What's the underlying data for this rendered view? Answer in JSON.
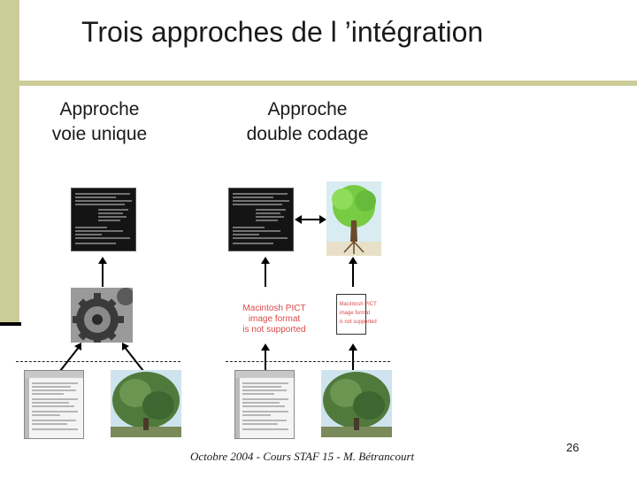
{
  "slide": {
    "title": "Trois approches de l ’intégration",
    "footer": "Octobre 2004 - Cours STAF 15 - M. Bétrancourt",
    "page_number": "26"
  },
  "columns": {
    "left_heading_line1": "Approche",
    "left_heading_line2": "voie unique",
    "right_heading_line1": "Approche",
    "right_heading_line2": "double codage"
  },
  "pict_placeholder_large": {
    "line1": "Macintosh PICT",
    "line2": "image format",
    "line3": "is not supported"
  },
  "pict_placeholder_small": {
    "line1": "Macintosh PICT",
    "line2": "image format",
    "line3": "is not supported"
  },
  "colors": {
    "sidebar": "#cccc99",
    "pict_text": "#d94a4a"
  },
  "icons": [
    "gear-icon",
    "tree-icon",
    "bidirectional-arrow-icon",
    "up-arrow-icon"
  ]
}
